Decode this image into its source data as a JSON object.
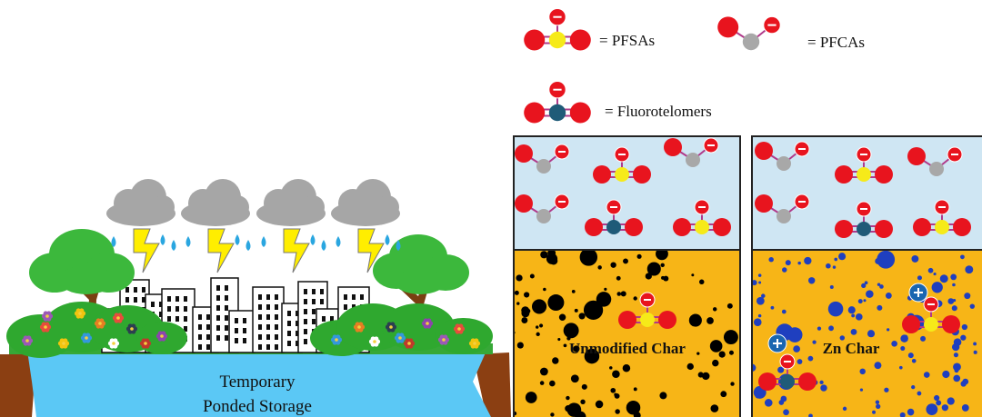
{
  "legend": {
    "pfsas_label": "= PFSAs",
    "pfcas_label": "= PFCAs",
    "fluorotelomers_label": "= Fluorotelomers"
  },
  "panels": {
    "unmodified_label": "Unmodified Char",
    "zn_label": "Zn Char"
  },
  "pond": {
    "line1": "Temporary",
    "line2": "Ponded Storage"
  },
  "colors": {
    "sky_water": "#cfe6f3",
    "char": "#f7b517",
    "pore_black": "#000000",
    "pore_blue": "#1f3fbf",
    "pond_water": "#5bc8f5",
    "bank": "#8b3f12",
    "cloud": "#a6a6a6",
    "lightning": "#ffee00",
    "raindrop": "#2aa6e0",
    "tree_green": "#3cb83c",
    "trunk": "#7a3f12",
    "bush": "#2fa82f",
    "oxygen_red": "#e8141e",
    "sulfur_yellow": "#f6ea19",
    "carbon_grey": "#a8a8a8",
    "telomer_teal": "#1f5b78",
    "bond_purple": "#b03a8a",
    "cation_blue": "#1a66b0"
  }
}
